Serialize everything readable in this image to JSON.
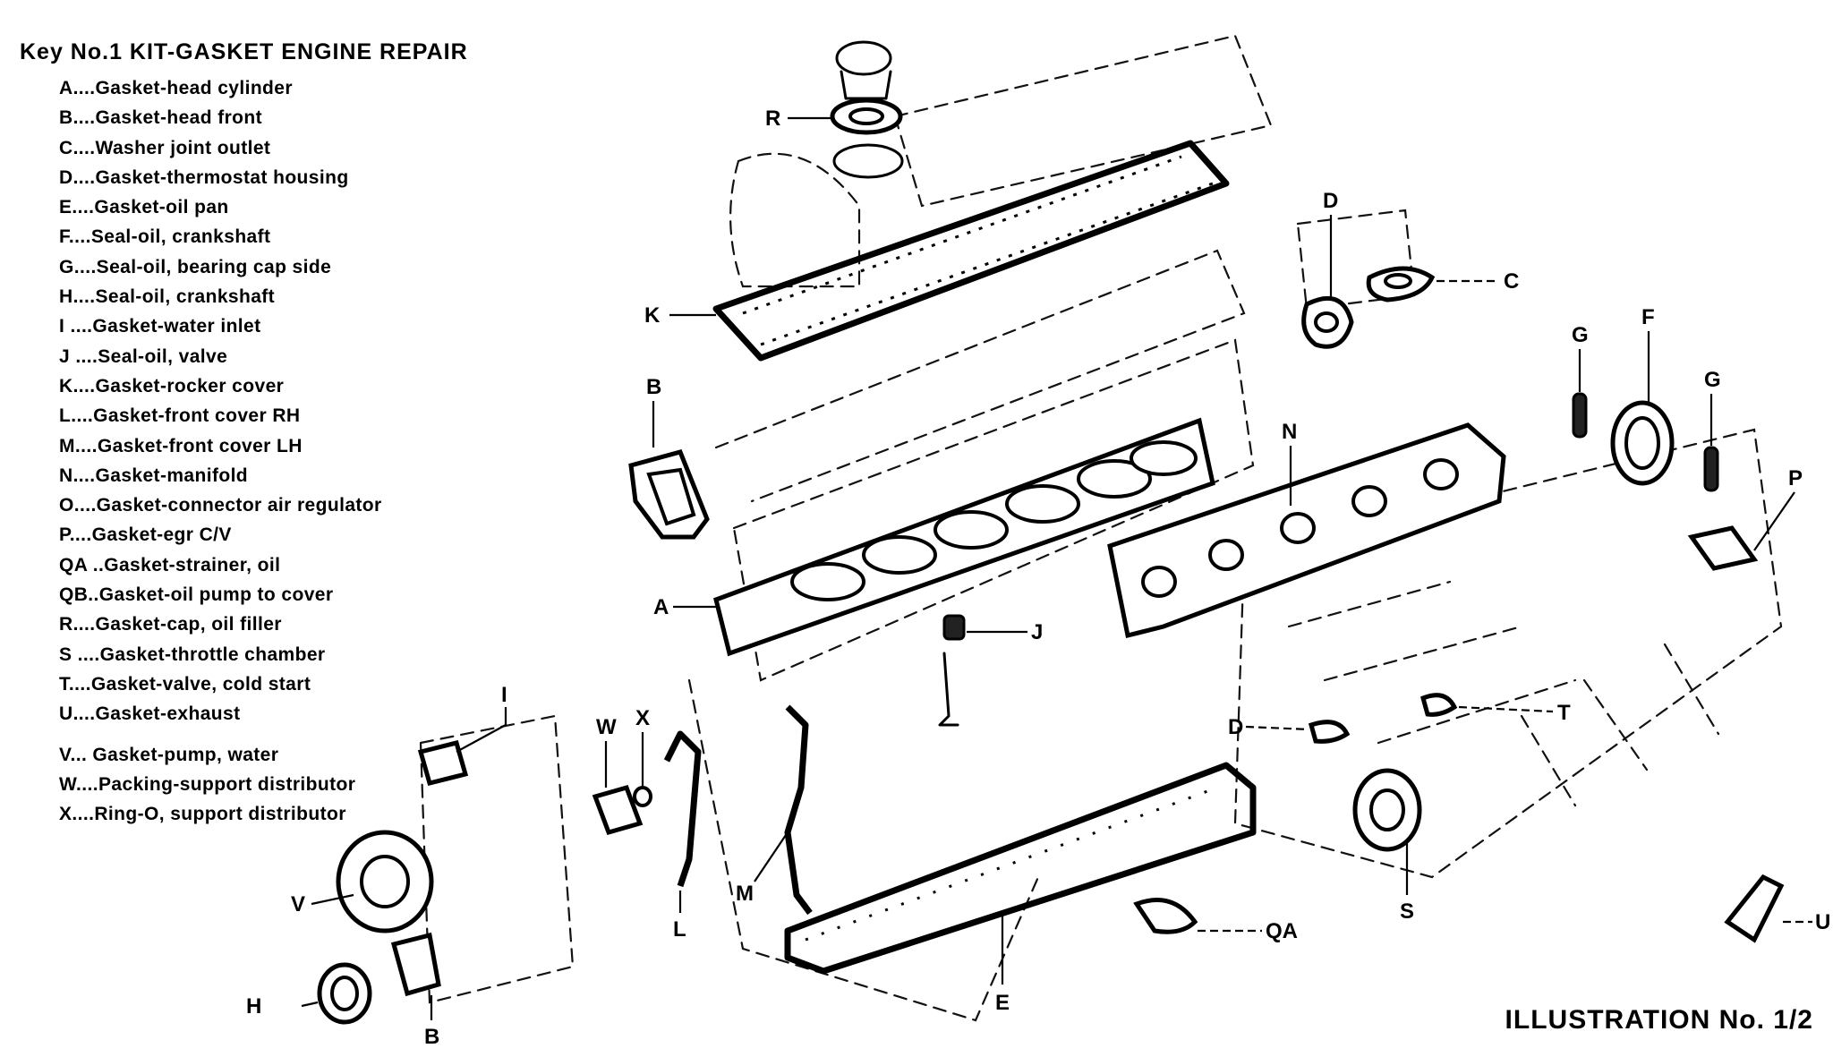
{
  "legend": {
    "title": "Key No.1 KIT-GASKET ENGINE REPAIR",
    "items": [
      {
        "key": "A",
        "text": "A....Gasket-head cylinder"
      },
      {
        "key": "B",
        "text": "B....Gasket-head front"
      },
      {
        "key": "C",
        "text": "C....Washer joint outlet"
      },
      {
        "key": "D",
        "text": "D....Gasket-thermostat housing"
      },
      {
        "key": "E",
        "text": "E....Gasket-oil pan"
      },
      {
        "key": "F",
        "text": "F....Seal-oil, crankshaft"
      },
      {
        "key": "G",
        "text": "G....Seal-oil, bearing cap side"
      },
      {
        "key": "H",
        "text": "H....Seal-oil, crankshaft"
      },
      {
        "key": "I",
        "text": "I ....Gasket-water inlet"
      },
      {
        "key": "J",
        "text": "J ....Seal-oil, valve"
      },
      {
        "key": "K",
        "text": "K....Gasket-rocker cover"
      },
      {
        "key": "L",
        "text": "L....Gasket-front cover RH"
      },
      {
        "key": "M",
        "text": "M....Gasket-front cover LH"
      },
      {
        "key": "N",
        "text": "N....Gasket-manifold"
      },
      {
        "key": "O",
        "text": "O....Gasket-connector air regulator"
      },
      {
        "key": "P",
        "text": "P....Gasket-egr C/V"
      },
      {
        "key": "QA",
        "text": "QA ..Gasket-strainer, oil"
      },
      {
        "key": "QB",
        "text": "QB..Gasket-oil pump to cover"
      },
      {
        "key": "R",
        "text": "R....Gasket-cap, oil filler"
      },
      {
        "key": "S",
        "text": "S ....Gasket-throttle chamber"
      },
      {
        "key": "T",
        "text": "T....Gasket-valve, cold start"
      },
      {
        "key": "U",
        "text": "U....Gasket-exhaust"
      },
      {
        "key": "V",
        "text": "V... Gasket-pump, water"
      },
      {
        "key": "W",
        "text": "W....Packing-support distributor"
      },
      {
        "key": "X",
        "text": "X....Ring-O, support distributor"
      }
    ]
  },
  "callouts": {
    "R": "R",
    "K": "K",
    "B_top": "B",
    "A": "A",
    "D_top": "D",
    "C": "C",
    "N": "N",
    "G_left": "G",
    "F": "F",
    "G_right": "G",
    "P": "P",
    "J": "J",
    "I": "I",
    "W": "W",
    "X": "X",
    "V": "V",
    "H": "H",
    "B_bottom": "B",
    "L": "L",
    "M": "M",
    "E": "E",
    "D_bottom": "D",
    "T": "T",
    "QA": "QA",
    "S": "S",
    "U": "U"
  },
  "footer": {
    "illustration_label": "ILLUSTRATION No. 1/2"
  }
}
